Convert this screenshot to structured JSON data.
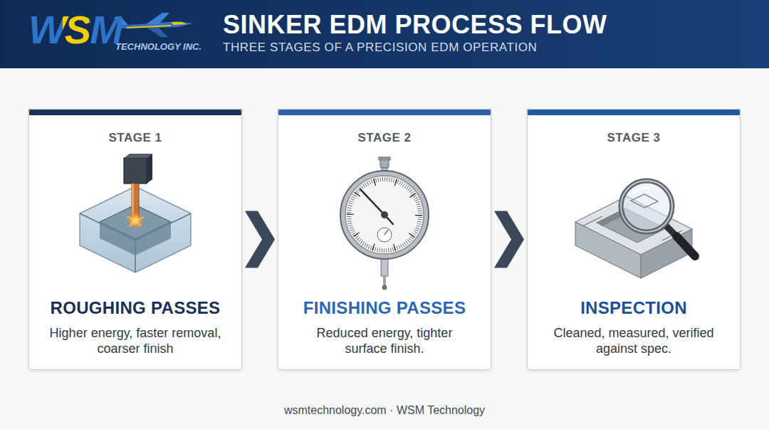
{
  "diagram": {
    "title": "SINKER EDM PROCESS FLOW",
    "caption": "wsmtechnology.com · WSM Technology",
    "nodes": [
      {
        "text": [
          "STAGE 1",
          "ROUGHING PASSES",
          "Higher energy, faster removal, coarser finish"
        ]
      },
      {
        "text": [
          "STAGE 2",
          "FINISHING PASSES",
          "Reduced energy, tighter surface finish."
        ]
      },
      {
        "text": [
          "STAGE 3",
          "INSPECTION",
          "Cleaned, measured, verified against spec."
        ]
      }
    ],
    "edges": [
      {
        "from": 0,
        "to": 1,
        "arrow": "to"
      },
      {
        "from": 1,
        "to": 2,
        "arrow": "to"
      }
    ],
    "labels": [
      "WSM",
      "TECHNOLOGY INC.",
      "THREE STAGES OF A PRECISION EDM OPERATION"
    ]
  }
}
